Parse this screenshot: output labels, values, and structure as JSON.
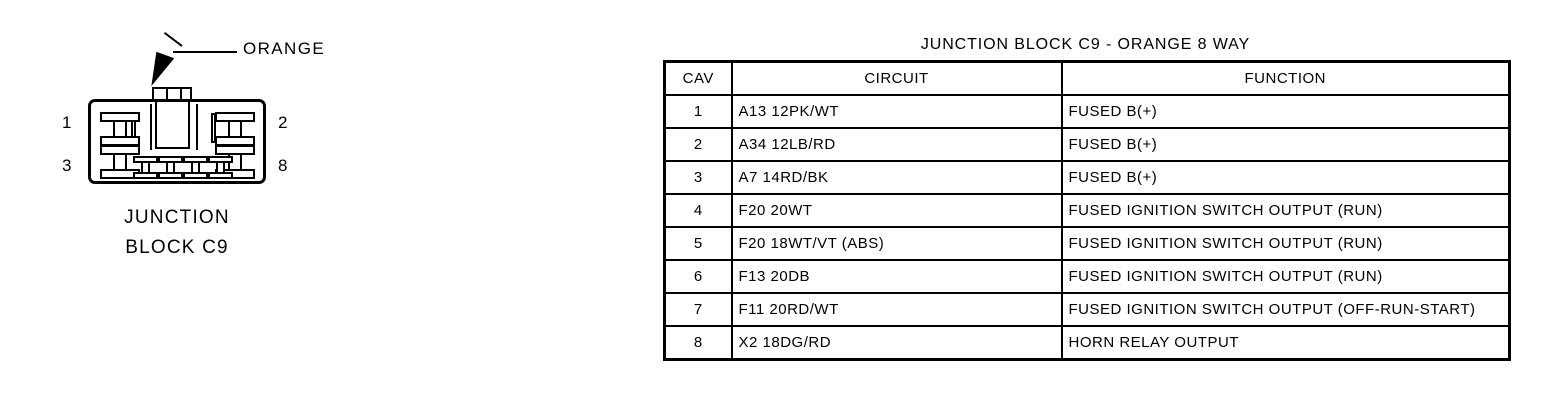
{
  "diagram": {
    "callout": {
      "label": "ORANGE",
      "arrow_icon": "arrow-pointer-icon"
    },
    "caption_line1": "JUNCTION",
    "caption_line2": "BLOCK C9",
    "pin_labels": {
      "top_left": "1",
      "bottom_left": "3",
      "top_right": "2",
      "bottom_right": "8"
    }
  },
  "table": {
    "title": "JUNCTION BLOCK C9 - ORANGE 8 WAY",
    "headers": {
      "cav": "CAV",
      "circuit": "CIRCUIT",
      "function": "FUNCTION"
    },
    "rows": [
      {
        "cav": "1",
        "circuit": "A13 12PK/WT",
        "function": "FUSED B(+)"
      },
      {
        "cav": "2",
        "circuit": "A34 12LB/RD",
        "function": "FUSED B(+)"
      },
      {
        "cav": "3",
        "circuit": "A7 14RD/BK",
        "function": "FUSED B(+)"
      },
      {
        "cav": "4",
        "circuit": "F20 20WT",
        "function": "FUSED IGNITION SWITCH OUTPUT (RUN)"
      },
      {
        "cav": "5",
        "circuit": "F20 18WT/VT (ABS)",
        "function": "FUSED IGNITION SWITCH OUTPUT (RUN)"
      },
      {
        "cav": "6",
        "circuit": "F13 20DB",
        "function": "FUSED IGNITION SWITCH OUTPUT (RUN)"
      },
      {
        "cav": "7",
        "circuit": "F11 20RD/WT",
        "function": "FUSED IGNITION SWITCH OUTPUT (OFF-RUN-START)"
      },
      {
        "cav": "8",
        "circuit": "X2 18DG/RD",
        "function": "HORN RELAY OUTPUT"
      }
    ]
  },
  "colors": {
    "ink": "#000000",
    "paper": "#ffffff"
  }
}
